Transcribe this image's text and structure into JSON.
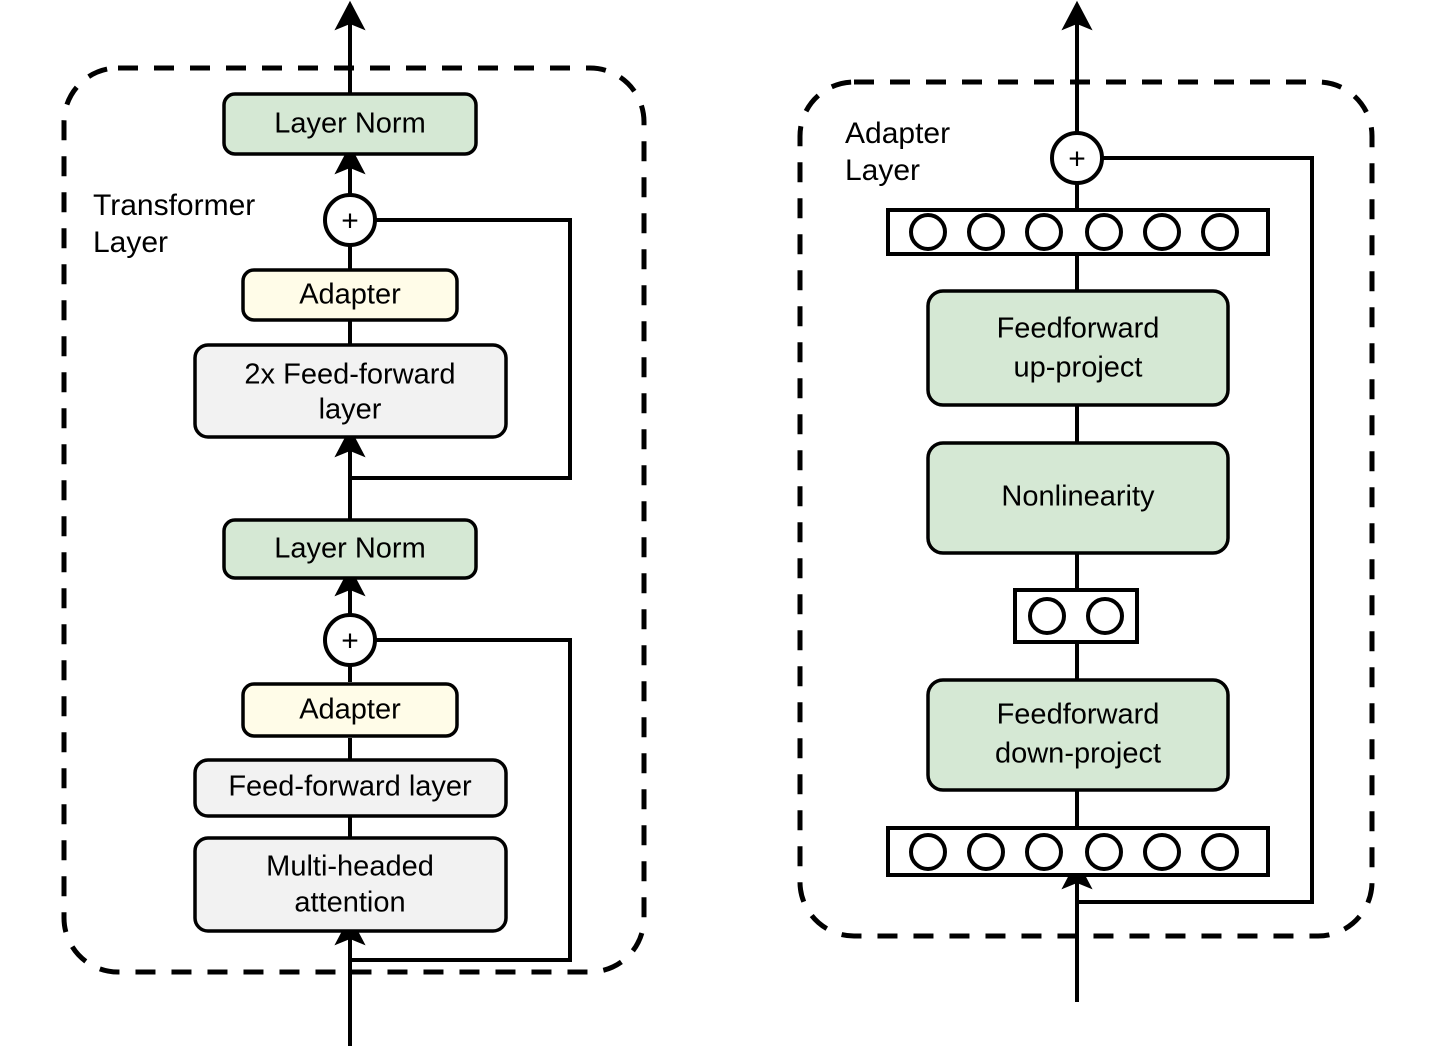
{
  "figure": {
    "background": "#ffffff",
    "stroke_color": "#000000"
  },
  "palette": {
    "green_fill": "#d5e8d4",
    "cream_fill": "#fffce8",
    "gray_fill": "#f2f2f2",
    "white_fill": "#ffffff",
    "panel_fill": "#fdfaea",
    "outline": "#000000"
  },
  "panels": [
    {
      "id": "transformer-layer",
      "caption_line1": "Transformer",
      "caption_line2": "Layer",
      "fill": "#ffffff",
      "nodes": [
        {
          "id": "layer-norm-top",
          "label": "Layer Norm",
          "fill_role": "green_fill"
        },
        {
          "id": "add-top",
          "label": "+",
          "fill_role": "white_fill"
        },
        {
          "id": "adapter-top",
          "label": "Adapter",
          "fill_role": "cream_fill"
        },
        {
          "id": "feed-forward-2x-l1",
          "label": "2x Feed-forward",
          "fill_role": "gray_fill"
        },
        {
          "id": "feed-forward-2x-l2",
          "label": "layer",
          "fill_role": "gray_fill"
        },
        {
          "id": "layer-norm-bottom",
          "label": "Layer Norm",
          "fill_role": "green_fill"
        },
        {
          "id": "add-bottom",
          "label": "+",
          "fill_role": "white_fill"
        },
        {
          "id": "adapter-bottom",
          "label": "Adapter",
          "fill_role": "cream_fill"
        },
        {
          "id": "feed-forward-layer",
          "label": "Feed-forward layer",
          "fill_role": "gray_fill"
        },
        {
          "id": "attention-l1",
          "label": "Multi-headed",
          "fill_role": "gray_fill"
        },
        {
          "id": "attention-l2",
          "label": "attention",
          "fill_role": "gray_fill"
        }
      ]
    },
    {
      "id": "adapter-layer",
      "caption_line1": "Adapter",
      "caption_line2": "Layer",
      "fill": "#fdfaea",
      "nodes": [
        {
          "id": "add-adapter",
          "label": "+",
          "fill_role": "white_fill"
        },
        {
          "id": "output-units",
          "label": "",
          "fill_role": "white_fill",
          "unit_count": 6
        },
        {
          "id": "feedforward-up-l1",
          "label": "Feedforward",
          "fill_role": "green_fill"
        },
        {
          "id": "feedforward-up-l2",
          "label": "up-project",
          "fill_role": "green_fill"
        },
        {
          "id": "nonlinearity",
          "label": "Nonlinearity",
          "fill_role": "green_fill"
        },
        {
          "id": "bottleneck-units",
          "label": "",
          "fill_role": "white_fill",
          "unit_count": 2
        },
        {
          "id": "feedforward-down-l1",
          "label": "Feedforward",
          "fill_role": "green_fill"
        },
        {
          "id": "feedforward-down-l2",
          "label": "down-project",
          "fill_role": "green_fill"
        },
        {
          "id": "input-units",
          "label": "",
          "fill_role": "white_fill",
          "unit_count": 6
        }
      ]
    }
  ],
  "labels": {
    "transformer_caption_1": "Transformer",
    "transformer_caption_2": "Layer",
    "adapter_caption_1": "Adapter",
    "adapter_caption_2": "Layer",
    "layer_norm_top": "Layer Norm",
    "adapter_top": "Adapter",
    "feed_forward_2x_line1": "2x Feed-forward",
    "feed_forward_2x_line2": "layer",
    "layer_norm_bottom": "Layer Norm",
    "adapter_bottom": "Adapter",
    "feed_forward_layer": "Feed-forward layer",
    "attention_line1": "Multi-headed",
    "attention_line2": "attention",
    "feedforward_up_line1": "Feedforward",
    "feedforward_up_line2": "up-project",
    "nonlinearity": "Nonlinearity",
    "feedforward_down_line1": "Feedforward",
    "feedforward_down_line2": "down-project",
    "plus_top": "+",
    "plus_bottom": "+",
    "plus_adapter": "+"
  }
}
